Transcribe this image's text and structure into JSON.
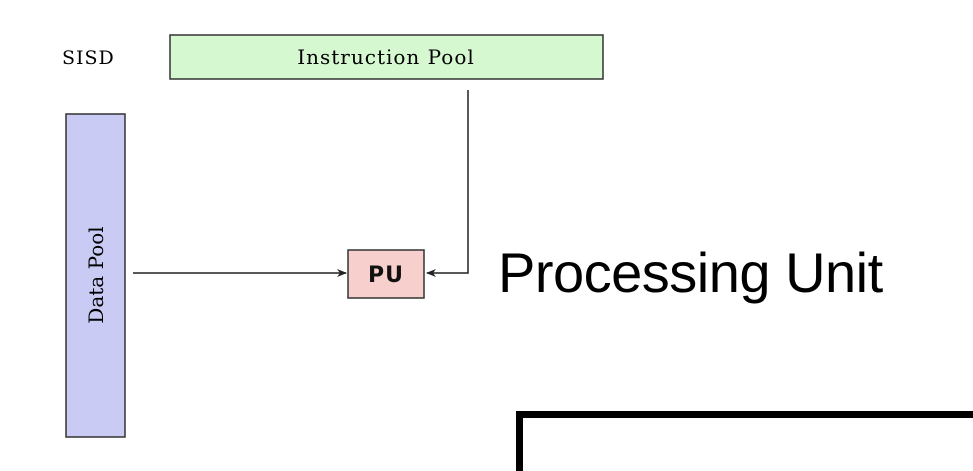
{
  "diagram": {
    "corner_label": "SISD",
    "instruction_pool_label": "Instruction Pool",
    "data_pool_label": "Data Pool",
    "pu_label": "PU",
    "caption": "Processing Unit"
  },
  "colors": {
    "instruction_pool_fill": "#d6f8d0",
    "data_pool_fill": "#c9cbf4",
    "pu_fill": "#f7d0cd",
    "box_stroke": "#333333",
    "arrow_stroke": "#222222"
  }
}
